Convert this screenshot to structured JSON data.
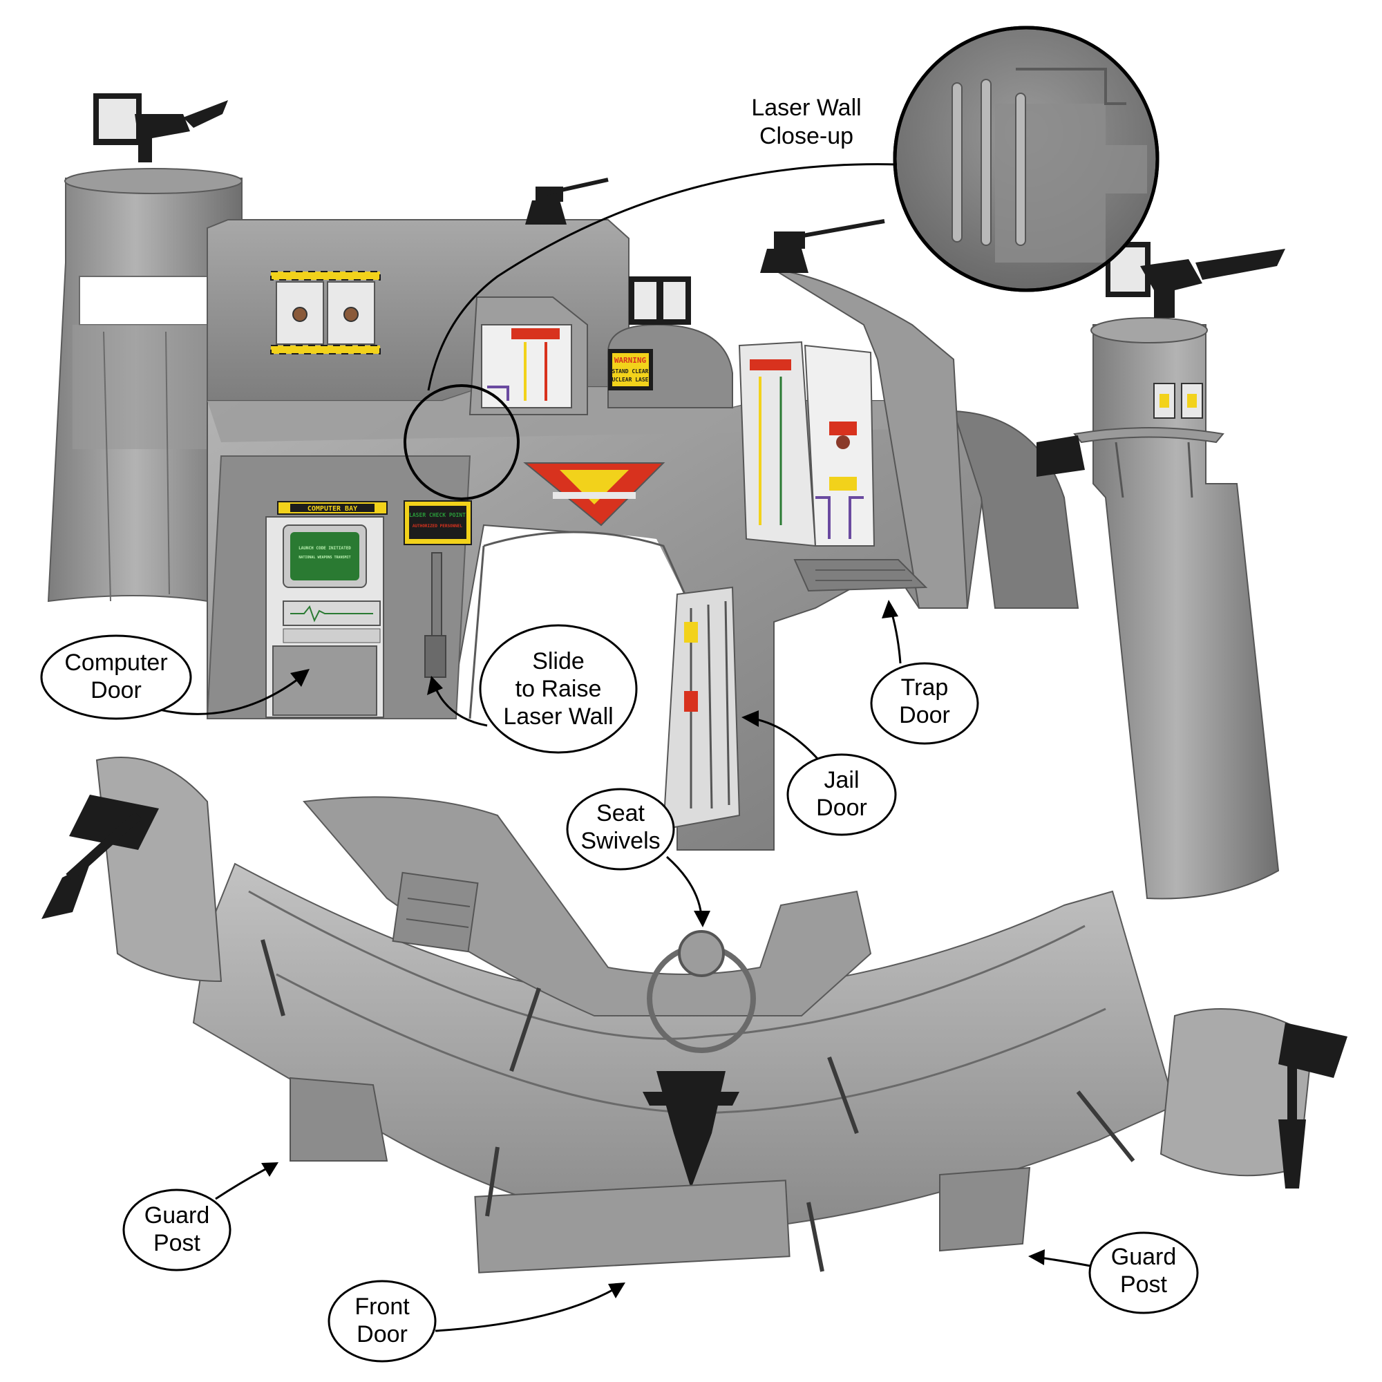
{
  "callouts": {
    "laser_wall_closeup": {
      "line1": "Laser Wall",
      "line2": "Close-up"
    },
    "computer_door": {
      "line1": "Computer",
      "line2": "Door"
    },
    "slide_laser_wall": {
      "line1": "Slide",
      "line2": "to Raise",
      "line3": "Laser Wall"
    },
    "trap_door": {
      "line1": "Trap",
      "line2": "Door"
    },
    "jail_door": {
      "line1": "Jail",
      "line2": "Door"
    },
    "seat_swivels": {
      "line1": "Seat",
      "line2": "Swivels"
    },
    "guard_post_left": {
      "line1": "Guard",
      "line2": "Post"
    },
    "guard_post_right": {
      "line1": "Guard",
      "line2": "Post"
    },
    "front_door": {
      "line1": "Front",
      "line2": "Door"
    }
  },
  "stickers": {
    "computer_bay": "COMPUTER BAY",
    "laser_check_point": "LASER CHECK POINT",
    "laser_check_point_sub": "AUTHORIZED PERSONNEL",
    "warning": "WARNING",
    "warning_sub1": "STAND CLEAR",
    "warning_sub2": "NUCLEAR LASER",
    "screen_line1": "LAUNCH CODE INITIATED",
    "screen_line2": "NATIONAL WEAPONS TRANSMIT"
  },
  "colors": {
    "plastic_light": "#a9a9a9",
    "plastic_mid": "#8e8e8e",
    "plastic_dark": "#6e6e6e",
    "plastic_shadow": "#555555",
    "gun_black": "#1c1c1c",
    "hazard_yellow": "#f2d21b",
    "sticker_red": "#d8321e",
    "screen_green": "#2a7a32"
  }
}
